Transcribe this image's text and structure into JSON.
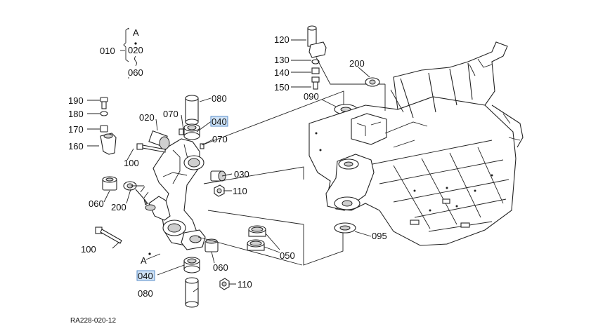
{
  "callouts": {
    "c010": "010",
    "c020a": "020",
    "c060a": "060",
    "hdr_A": "A",
    "c190": "190",
    "c180": "180",
    "c170": "170",
    "c160": "160",
    "c020": "020",
    "c070a": "070",
    "c080a": "080",
    "c040a": "040",
    "c070b": "070",
    "c100a": "100",
    "c030": "030",
    "c110a": "110",
    "c060b": "060",
    "c200a": "200",
    "c100b": "100",
    "c_A": "A",
    "c040b": "040",
    "c080b": "080",
    "c060c": "060",
    "c110b": "110",
    "c050": "050",
    "c120": "120",
    "c130": "130",
    "c140": "140",
    "c150": "150",
    "c090": "090",
    "c200b": "200",
    "c095": "095"
  },
  "drawing_code": "RA228-020-12",
  "highlight_color": "#cfe3f7"
}
